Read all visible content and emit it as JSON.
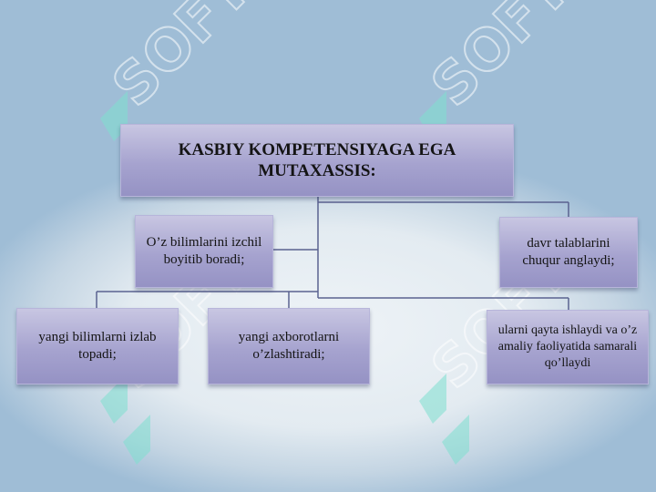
{
  "diagram": {
    "title": "KASBIY KOMPETENSIYAGA EGA MUTAXASSIS:",
    "nodes": [
      {
        "id": "n1",
        "text": "O’z bilimlarini izchil boyitib boradi;"
      },
      {
        "id": "n2",
        "text": "davr talablarini chuqur anglaydi;"
      },
      {
        "id": "n3",
        "text": "yangi bilimlarni izlab topadi;"
      },
      {
        "id": "n4",
        "text": "yangi axborotlarni o’zlashtiradi;"
      },
      {
        "id": "n5",
        "text": "ularni qayta ishlaydi va o’z amaliy faoliyatida samarali qo’llaydi"
      }
    ]
  },
  "watermark": {
    "text": "SOFT",
    "color": "#7fe0d0"
  }
}
